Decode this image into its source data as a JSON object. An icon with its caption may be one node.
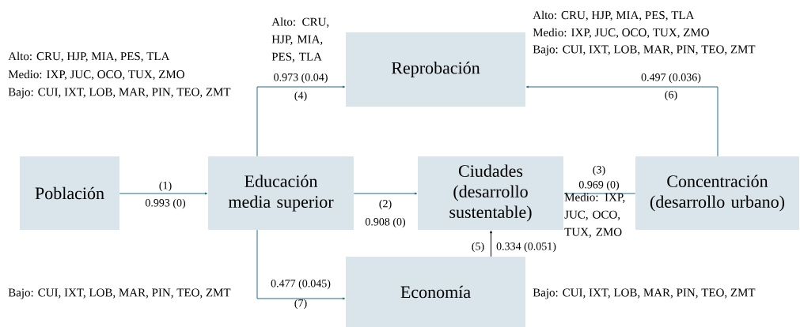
{
  "diagram": {
    "nodes": [
      {
        "text": [
          "Población"
        ]
      },
      {
        "text": [
          "Educación media superior"
        ]
      },
      {
        "text": [
          "Ciudades (desarrollo sustentable)"
        ]
      },
      {
        "text": [
          "Concentración (desarrollo urbano)"
        ]
      },
      {
        "text": [
          "Reprobación"
        ]
      },
      {
        "text": [
          "Economía"
        ]
      }
    ],
    "edges": [
      {
        "from": 0,
        "to": 1,
        "arrow": "to",
        "label": "(1)"
      },
      {
        "from": 1,
        "to": 2,
        "arrow": "to",
        "label": "(2)"
      },
      {
        "from": 3,
        "to": 2,
        "arrow": "to",
        "label": "(3)"
      },
      {
        "from": 1,
        "to": 4,
        "arrow": "to",
        "label": "(4)"
      },
      {
        "from": 5,
        "to": 2,
        "arrow": "to",
        "label": "(5)",
        "color": "#000000"
      },
      {
        "from": 3,
        "to": 4,
        "arrow": "to",
        "label": "(6)"
      },
      {
        "from": 1,
        "to": 5,
        "arrow": "to",
        "label": "(7)"
      }
    ],
    "labels": [
      "Alto: CRU, HJP, MIA, PES, TLA",
      "Medio: IXP, JUC, OCO, TUX, ZMO",
      "Bajo: CUI, IXT, LOB, MAR, PIN, TEO, ZMT",
      "Alto: CRU, HJP, MIA, PES, TLA",
      "Medio: IXP, JUC, OCO, TUX, ZMO",
      "Bajo: CUI, IXT, LOB, MAR, PIN, TEO, ZMT",
      "Alto: CRU, HJP, MIA, PES, TLA",
      "0.973 (0.04)",
      "0.497 (0.036)",
      "0.993 (0)",
      "0.969 (0)",
      "0.908 (0)",
      "Medio: IXP, JUC, OCO, TUX, ZMO",
      "0.334 (0.051)",
      "0.477 (0.045)",
      "Bajo: CUI, IXT, LOB, MAR, PIN, TEO, ZMT",
      "Bajo: CUI, IXT, LOB, MAR, PIN, TEO, ZMT"
    ]
  }
}
